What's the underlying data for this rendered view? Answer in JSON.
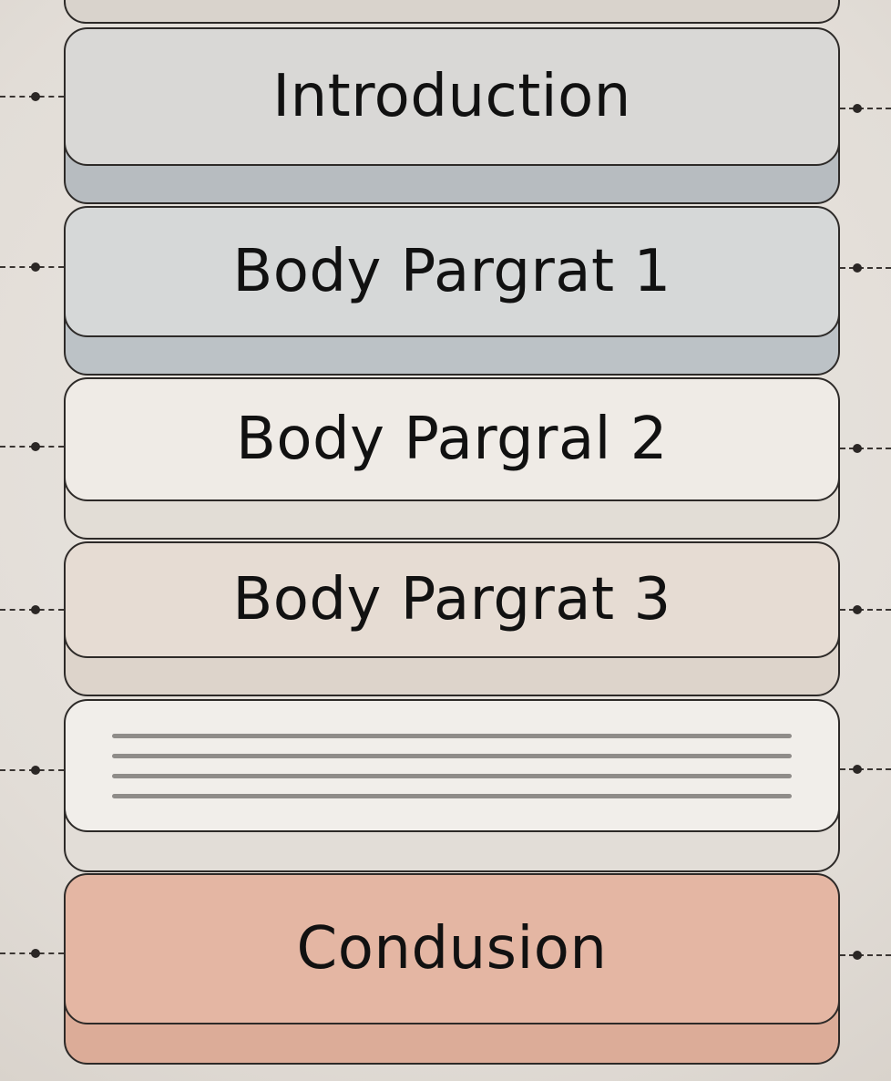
{
  "sections": [
    {
      "id": "introduction",
      "label": "Introduction"
    },
    {
      "id": "body-1",
      "label": "Body Pargrat 1"
    },
    {
      "id": "body-2",
      "label": "Body Pargral 2"
    },
    {
      "id": "body-3",
      "label": "Body Pargrat 3"
    },
    {
      "id": "placeholder",
      "label": ""
    },
    {
      "id": "conclusion",
      "label": "Condusion"
    }
  ],
  "colors": {
    "background": "#e5e1dc",
    "introduction": "#d9d8d6",
    "body1": "#d6d8d8",
    "body2": "#efebe6",
    "body3": "#e6dcd3",
    "placeholder": "#f1eeea",
    "conclusion": "#e4b6a3",
    "outline": "#2d2a28"
  }
}
